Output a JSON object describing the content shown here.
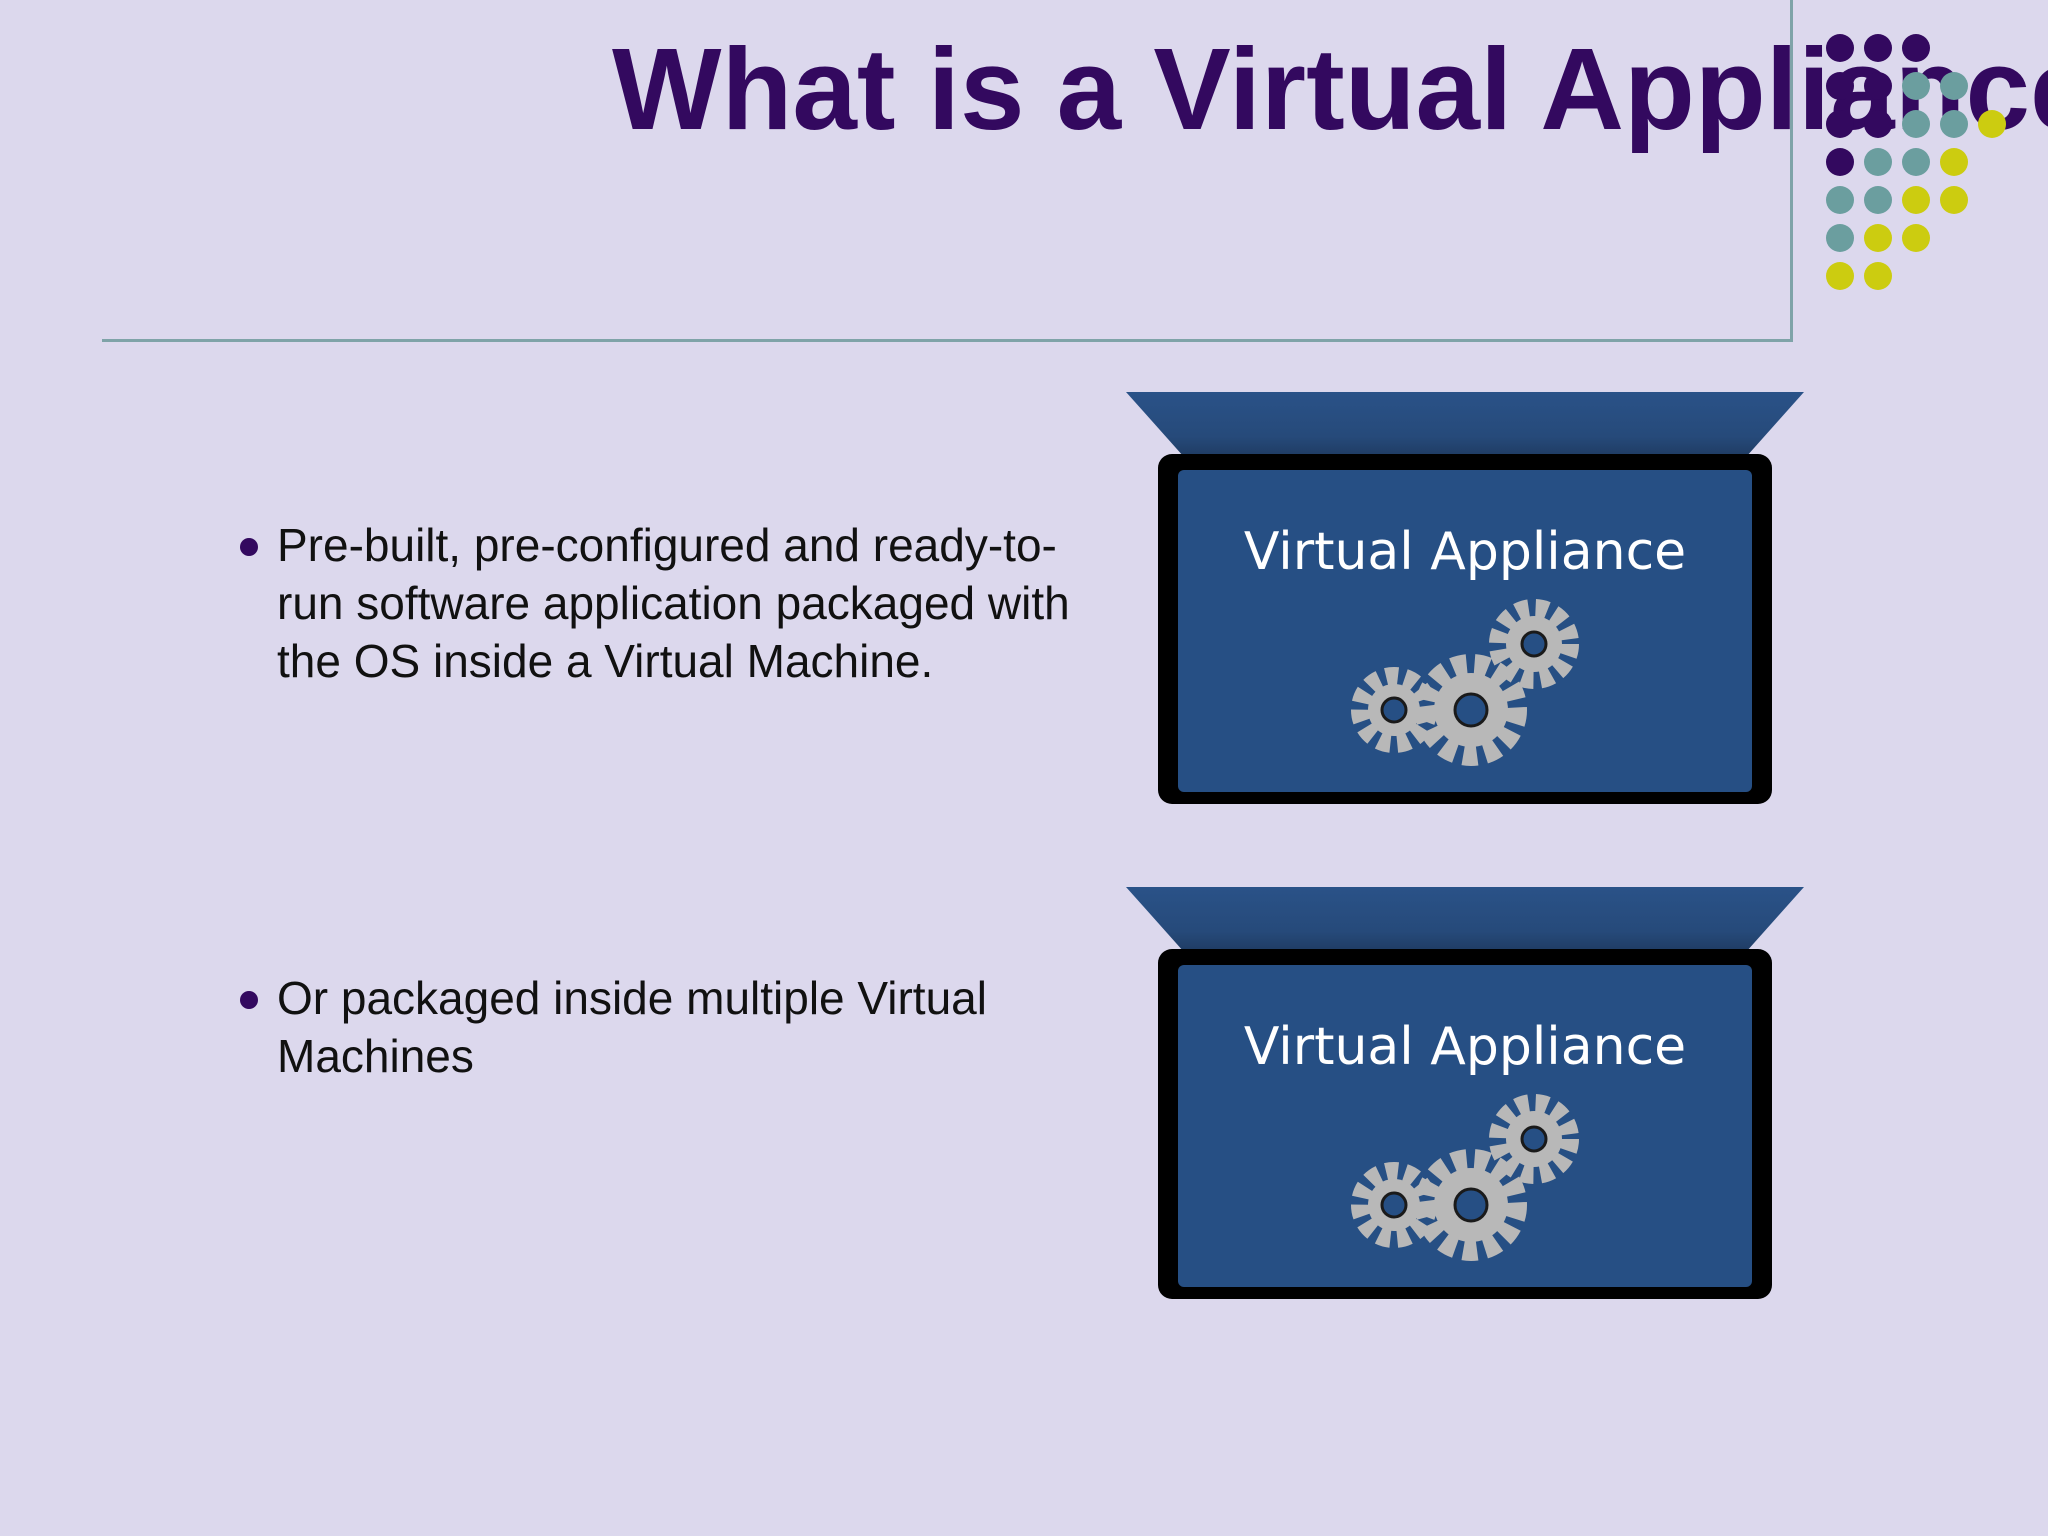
{
  "slide": {
    "title": "What is a Virtual Appliance",
    "bullets": [
      "Pre-built, pre-configured and ready-to-run software application packaged with the OS inside a Virtual Machine.",
      "Or packaged inside multiple Virtual Machines"
    ]
  },
  "appliances": [
    {
      "label": "Virtual Appliance",
      "icon": "gears-icon"
    },
    {
      "label": "Virtual Appliance",
      "icon": "gears-icon"
    }
  ],
  "colors": {
    "background": "#dcd8ed",
    "title": "#33095f",
    "dot_purple": "#33095f",
    "dot_teal": "#6b9e9f",
    "dot_yellow": "#cccc10",
    "box_blue": "#264f84",
    "box_frame": "#000000"
  }
}
